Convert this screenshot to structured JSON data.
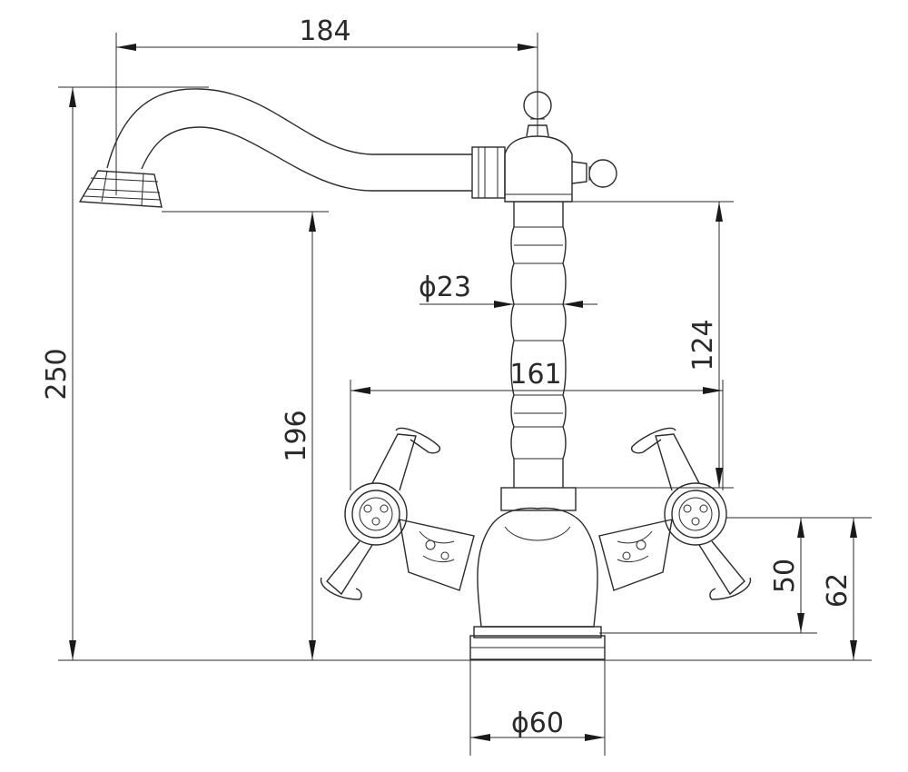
{
  "dimensions": {
    "spout_reach": "184",
    "total_height": "250",
    "spout_height": "196",
    "column_height": "124",
    "handle_span": "161",
    "column_diameter": "ϕ23",
    "base_diameter": "ϕ60",
    "body_height_50": "50",
    "body_height_62": "62"
  },
  "colors": {
    "line": "#2a2a2a",
    "background": "#ffffff"
  }
}
